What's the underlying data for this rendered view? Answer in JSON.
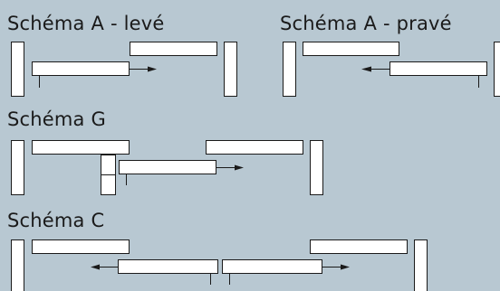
{
  "schemes": [
    {
      "id": "a-left",
      "title": "Schéma A - levé"
    },
    {
      "id": "a-right",
      "title": "Schéma A - pravé"
    },
    {
      "id": "g",
      "title": "Schéma G"
    },
    {
      "id": "c",
      "title": "Schéma C"
    }
  ],
  "colors": {
    "background": "#b8c8d2",
    "panel_fill": "#ffffff",
    "line": "#1a1a1a"
  }
}
